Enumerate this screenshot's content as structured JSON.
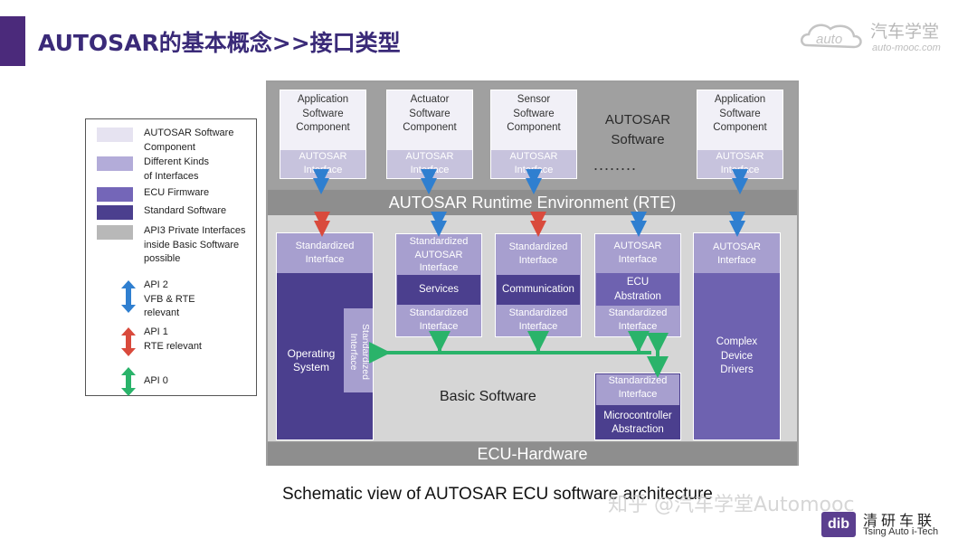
{
  "title": "AUTOSAR的基本概念>>接口类型",
  "logo": {
    "cn": "汽车学堂",
    "en": "auto-mooc.com"
  },
  "top_components": [
    {
      "name": "Application Software Component",
      "lines": [
        "Application",
        "Software",
        "Component"
      ],
      "iface": [
        "AUTOSAR",
        "Interface"
      ]
    },
    {
      "name": "Actuator Software Component",
      "lines": [
        "Actuator",
        "Software",
        "Component"
      ],
      "iface": [
        "AUTOSAR",
        "Interface"
      ]
    },
    {
      "name": "Sensor Software Component",
      "lines": [
        "Sensor",
        "Software",
        "Component"
      ],
      "iface": [
        "AUTOSAR",
        "Interface"
      ]
    },
    {
      "name": "Application Software Component",
      "lines": [
        "Application",
        "Software",
        "Component"
      ],
      "iface": [
        "AUTOSAR",
        "Interface"
      ]
    }
  ],
  "autosar_software": [
    "AUTOSAR",
    "Software"
  ],
  "dots": "........",
  "rte": "AUTOSAR Runtime Environment  (RTE)",
  "bsw": {
    "os_iface": [
      "Standardized",
      "Interface"
    ],
    "os_label": [
      "Operating",
      "System"
    ],
    "os_side": "Standardized Interface",
    "services": {
      "top": [
        "Standardized",
        "AUTOSAR",
        "Interface"
      ],
      "mid": "Services",
      "bot": [
        "Standardized",
        "Interface"
      ]
    },
    "communication": {
      "top": [
        "Standardized",
        "Interface"
      ],
      "mid": "Communication",
      "bot": [
        "Standardized",
        "Interface"
      ]
    },
    "ecu_abs": {
      "top": [
        "AUTOSAR",
        "Interface"
      ],
      "mid": [
        "ECU",
        "Abstration"
      ],
      "bot": [
        "Standardized",
        "Interface"
      ]
    },
    "complex": {
      "top": [
        "AUTOSAR",
        "Interface"
      ],
      "mid": [
        "Complex",
        "Device",
        "Drivers"
      ]
    },
    "mcal": {
      "top": [
        "Standardized",
        "Interface"
      ],
      "mid": [
        "Microcontroller",
        "Abstraction"
      ]
    },
    "label": "Basic Software"
  },
  "hw": "ECU-Hardware",
  "legend": {
    "items": [
      {
        "color": "#e6e3f1",
        "lines": [
          "AUTOSAR Software",
          "Component"
        ]
      },
      {
        "color": "#b3acd9",
        "lines": [
          "Different Kinds",
          "of Interfaces"
        ]
      },
      {
        "color": "#7466b8",
        "lines": [
          "ECU Firmware"
        ]
      },
      {
        "color": "#4b3f8e",
        "lines": [
          "Standard Software"
        ]
      },
      {
        "color": "#b8b8b8",
        "lines": [
          "API3 Private Interfaces",
          "inside Basic Software",
          "possible"
        ]
      }
    ],
    "apis": [
      {
        "color": "#2f7fd0",
        "lines": [
          "API 2",
          "VFB & RTE",
          "relevant"
        ]
      },
      {
        "color": "#d94a3c",
        "lines": [
          "API 1",
          "RTE relevant"
        ]
      },
      {
        "color": "#2ab36a",
        "lines": [
          "API 0"
        ]
      }
    ]
  },
  "caption": "Schematic view of AUTOSAR ECU software architecture",
  "watermark": "知乎 @汽车学堂Automooc",
  "brand": {
    "box": "dib",
    "cn": "清研车联",
    "en": "Tsing Auto i-Tech"
  },
  "colors": {
    "api2": "#2f7fd0",
    "api1": "#d94a3c",
    "api0": "#2ab36a"
  }
}
